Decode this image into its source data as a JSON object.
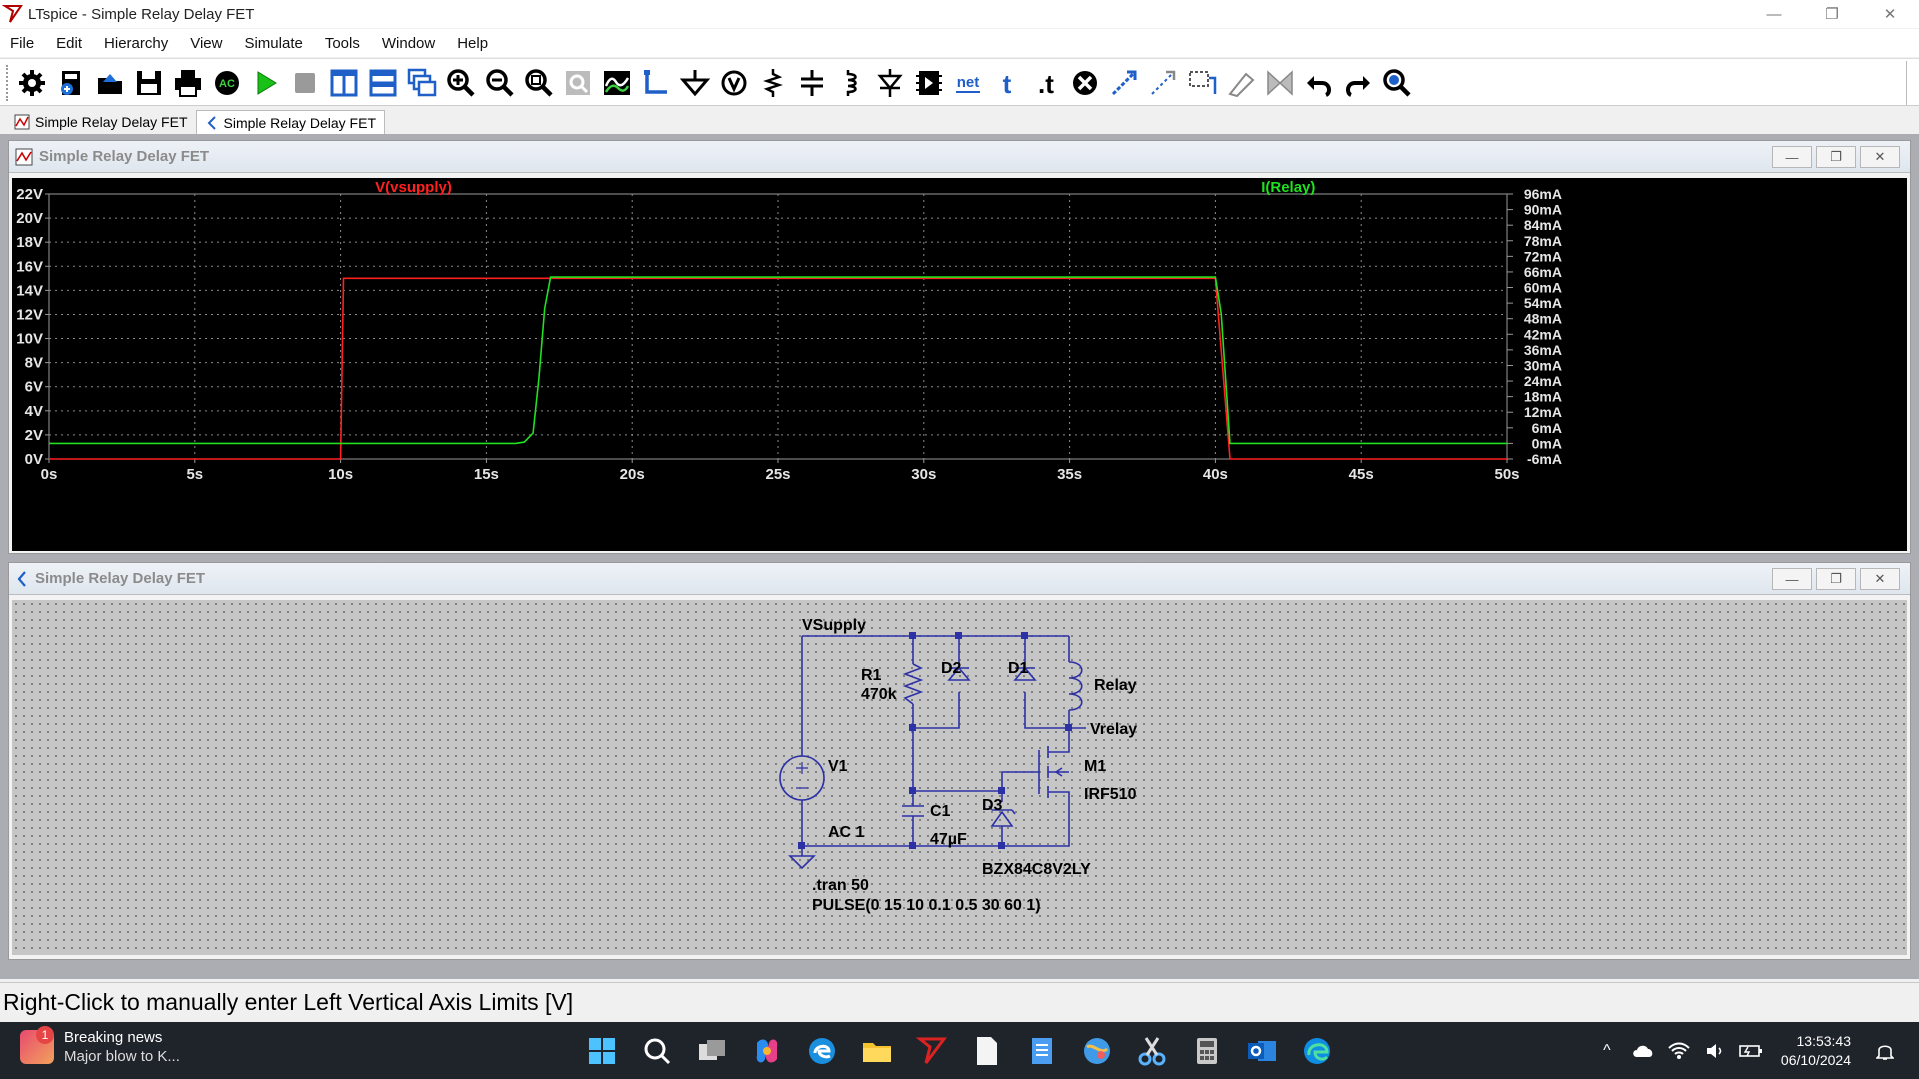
{
  "window": {
    "title": "LTspice - Simple Relay Delay FET",
    "controls": {
      "minimize": "—",
      "restore": "❐",
      "close": "✕"
    }
  },
  "menu": [
    "File",
    "Edit",
    "Hierarchy",
    "View",
    "Simulate",
    "Tools",
    "Window",
    "Help"
  ],
  "toolbar": {
    "icons": [
      "settings-icon",
      "new-schematic-icon",
      "open-icon",
      "save-icon",
      "print-icon",
      "ac-analysis-icon",
      "run-icon",
      "halt-icon",
      "tile-vertical-icon",
      "tile-horizontal-icon",
      "cascade-icon",
      "zoom-in-icon",
      "zoom-out-icon",
      "zoom-fit-icon",
      "zoom-back-icon",
      "autorange-icon",
      "wire-icon",
      "ground-icon",
      "voltmeter-icon",
      "resistor-icon",
      "capacitor-icon",
      "inductor-icon",
      "diode-icon",
      "component-icon",
      "net-label-icon",
      "text-icon",
      "spice-directive-icon",
      "delete-icon",
      "move-icon",
      "drag-icon",
      "mirror-icon",
      "rotate-icon",
      "disabled-icon",
      "undo-icon",
      "redo-icon",
      "find-icon"
    ],
    "net_label": "net",
    "text_label": "t",
    "spice_label": ".t"
  },
  "tabs": [
    {
      "label": "Simple Relay Delay FET",
      "icon": "waveform-icon"
    },
    {
      "label": "Simple Relay Delay FET",
      "icon": "schematic-icon"
    }
  ],
  "plot_window": {
    "title": "Simple Relay Delay FET",
    "controls": {
      "minimize": "—",
      "restore": "❐",
      "close": "✕"
    }
  },
  "chart_data": {
    "type": "line",
    "title": "",
    "xlabel": "",
    "ylabel": "",
    "xlim": [
      0,
      50
    ],
    "ylim_left": [
      0,
      22
    ],
    "ylim_right": [
      -6,
      96
    ],
    "x_ticks": [
      0,
      5,
      10,
      15,
      20,
      25,
      30,
      35,
      40,
      45,
      50
    ],
    "x_tick_labels": [
      "0s",
      "5s",
      "10s",
      "15s",
      "20s",
      "25s",
      "30s",
      "35s",
      "40s",
      "45s",
      "50s"
    ],
    "y_left_ticks": [
      0,
      2,
      4,
      6,
      8,
      10,
      12,
      14,
      16,
      18,
      20,
      22
    ],
    "y_left_tick_labels": [
      "0V",
      "2V",
      "4V",
      "6V",
      "8V",
      "10V",
      "12V",
      "14V",
      "16V",
      "18V",
      "20V",
      "22V"
    ],
    "y_right_ticks": [
      -6,
      0,
      6,
      12,
      18,
      24,
      30,
      36,
      42,
      48,
      54,
      60,
      66,
      72,
      78,
      84,
      90,
      96
    ],
    "y_right_tick_labels": [
      "-6mA",
      "0mA",
      "6mA",
      "12mA",
      "18mA",
      "24mA",
      "30mA",
      "36mA",
      "42mA",
      "48mA",
      "54mA",
      "60mA",
      "66mA",
      "72mA",
      "78mA",
      "84mA",
      "90mA",
      "96mA"
    ],
    "grid": true,
    "series": [
      {
        "name": "V(vsupply)",
        "axis": "left",
        "color": "#ff2020",
        "points": [
          [
            0,
            0
          ],
          [
            10,
            0
          ],
          [
            10.1,
            15
          ],
          [
            40,
            15
          ],
          [
            40.5,
            0
          ],
          [
            50,
            0
          ]
        ]
      },
      {
        "name": "I(Relay)",
        "axis": "right",
        "color": "#20e020",
        "points": [
          [
            0,
            0
          ],
          [
            16,
            0
          ],
          [
            16.3,
            0.5
          ],
          [
            16.6,
            4
          ],
          [
            16.8,
            25
          ],
          [
            17.0,
            52
          ],
          [
            17.2,
            64
          ],
          [
            17.5,
            64
          ],
          [
            40,
            64
          ],
          [
            40.2,
            50
          ],
          [
            40.5,
            0
          ],
          [
            50,
            0
          ]
        ]
      }
    ]
  },
  "schematic_window": {
    "title": "Simple Relay Delay FET",
    "controls": {
      "minimize": "—",
      "restore": "❐",
      "close": "✕"
    }
  },
  "schematic": {
    "labels": {
      "vsupply": "VSupply",
      "r1": "R1",
      "r1_value": "470k",
      "d2": "D2",
      "d1": "D1",
      "relay": "Relay",
      "vrelay": "Vrelay",
      "v1": "V1",
      "v1_value": "AC 1",
      "m1": "M1",
      "m1_value": "IRF510",
      "c1": "C1",
      "c1_value": "47µF",
      "d3": "D3",
      "d3_value": "BZX84C8V2LY",
      "directive1": ".tran 50",
      "directive2": "PULSE(0 15 10 0.1 0.5 30 60 1)"
    }
  },
  "status": "Right-Click to manually enter Left Vertical Axis Limits [V]",
  "taskbar": {
    "news_title": "Breaking news",
    "news_subtitle": "Major blow to K...",
    "news_badge": "1",
    "apps": [
      "start-icon",
      "search-icon",
      "task-view-icon",
      "copilot-icon",
      "edge-legacy-icon",
      "file-explorer-icon",
      "ltspice-icon",
      "notepad-icon",
      "notes-icon",
      "browser-icon",
      "snipping-tool-icon",
      "calculator-icon",
      "outlook-icon",
      "edge-icon"
    ],
    "time": "13:53:43",
    "date": "06/10/2024"
  }
}
